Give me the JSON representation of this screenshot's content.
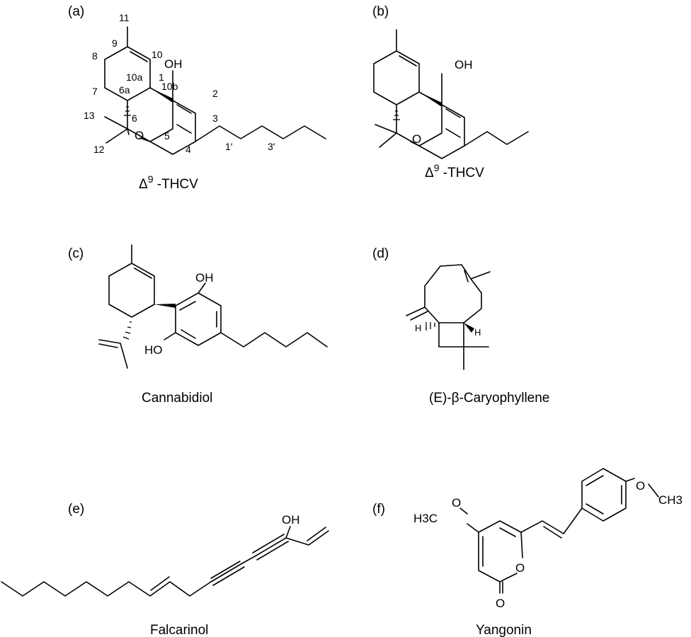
{
  "panels": {
    "a": {
      "label": "(a)",
      "name_prefix": "Δ",
      "name_sup": "9",
      "name_suffix": " -THCV",
      "atoms": {
        "oh": "OH",
        "o": "O"
      },
      "numbers": [
        "11",
        "9",
        "10",
        "8",
        "10a",
        "1",
        "10b",
        "2",
        "7",
        "6a",
        "13",
        "6",
        "3",
        "5",
        "12",
        "4",
        "1′",
        "3′"
      ]
    },
    "b": {
      "label": "(b)",
      "name_prefix": "Δ",
      "name_sup": "9",
      "name_suffix": " -THCV",
      "atoms": {
        "oh": "OH",
        "o": "O"
      }
    },
    "c": {
      "label": "(c)",
      "name": "Cannabidiol",
      "atoms": {
        "oh_top": "OH",
        "oh_left": "HO"
      }
    },
    "d": {
      "label": "(d)",
      "name": "(E)-β-Caryophyllene",
      "atoms": {
        "h_left": "H",
        "h_right": "H"
      }
    },
    "e": {
      "label": "(e)",
      "name": "Falcarinol",
      "atoms": {
        "oh": "OH"
      }
    },
    "f": {
      "label": "(f)",
      "name": "Yangonin",
      "atoms": {
        "o_methoxy_right": "O",
        "ch3_right": "CH3",
        "ch3_left": "H3C",
        "o_methoxy_left": "O",
        "o_ring": "O",
        "o_carbonyl": "O"
      }
    }
  }
}
